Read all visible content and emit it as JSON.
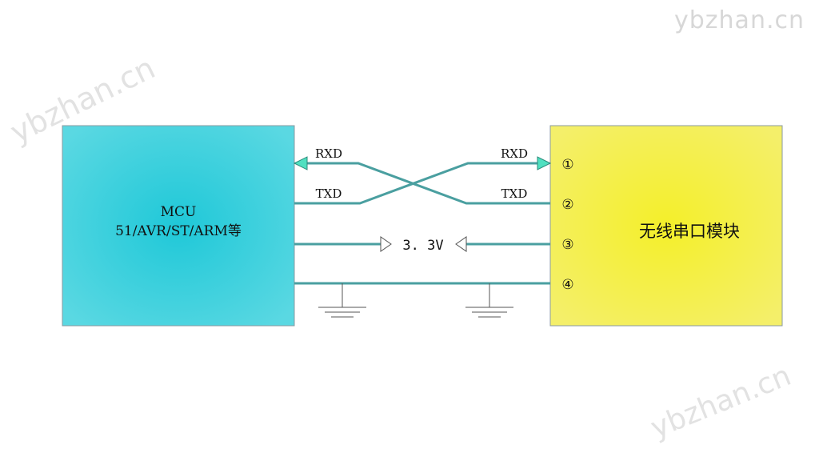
{
  "mcu_box": {
    "title": "MCU",
    "subtitle": "51/AVR/ST/ARM等"
  },
  "module_box": {
    "title": "无线串口模块"
  },
  "signals": {
    "left_rxd": "RXD",
    "left_txd": "TXD",
    "right_rxd": "RXD",
    "right_txd": "TXD",
    "power": "3. 3V"
  },
  "pins": [
    "①",
    "②",
    "③",
    "④"
  ],
  "watermarks": {
    "top_right": "ybzhan.cn",
    "top_left": "ybzhan.cn",
    "bottom_right": "ybzhan.cn"
  },
  "colors": {
    "mcu_fill": "#3fd0dc",
    "module_fill": "#f2ee3a",
    "wire": "#4a9fa0",
    "arrow": "#4fe0c0"
  }
}
